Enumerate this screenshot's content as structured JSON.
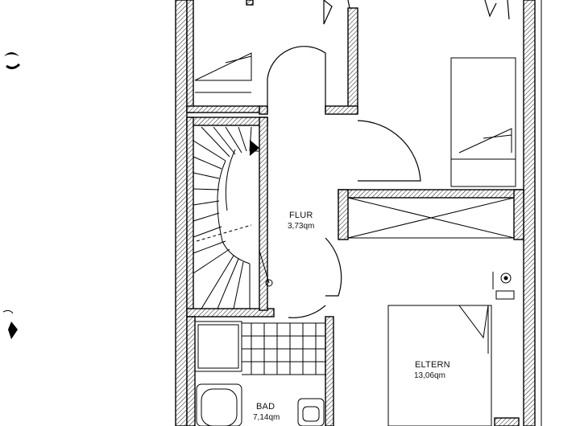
{
  "rooms": {
    "flur": {
      "name": "FLUR",
      "area": "3,73qm"
    },
    "eltern": {
      "name": "ELTERN",
      "area": "13,06qm"
    },
    "bad": {
      "name": "BAD",
      "area": "7,14qm"
    }
  },
  "colors": {
    "line": "#000000",
    "paper": "#ffffff",
    "hatch": "#000000"
  },
  "icons": [
    "punch-hole-mark",
    "stair-direction-arrow",
    "outlet-symbol"
  ]
}
